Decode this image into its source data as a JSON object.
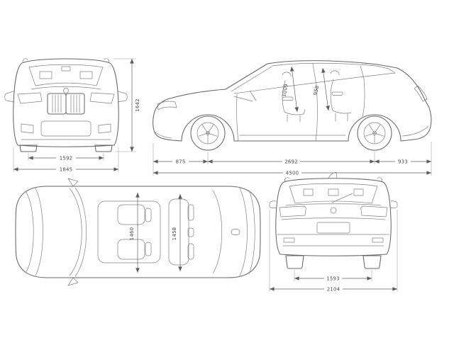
{
  "figure": {
    "colors": {
      "outline": "#64676d",
      "detail": "#7e8187",
      "dimension_line": "#5d6065",
      "label_text": "#47494d",
      "background": "#ffffff"
    }
  },
  "views": {
    "front": {
      "track_width": "1592",
      "overall_width": "1845",
      "height": "1642"
    },
    "side": {
      "front_overhang": "875",
      "wheelbase": "2692",
      "rear_overhang": "933",
      "overall_length": "4500",
      "front_headroom": "1009",
      "rear_headroom": "958"
    },
    "top": {
      "front_interior_width": "1460",
      "rear_interior_width": "1458"
    },
    "rear": {
      "track_width": "1593",
      "overall_width": "2104"
    }
  }
}
